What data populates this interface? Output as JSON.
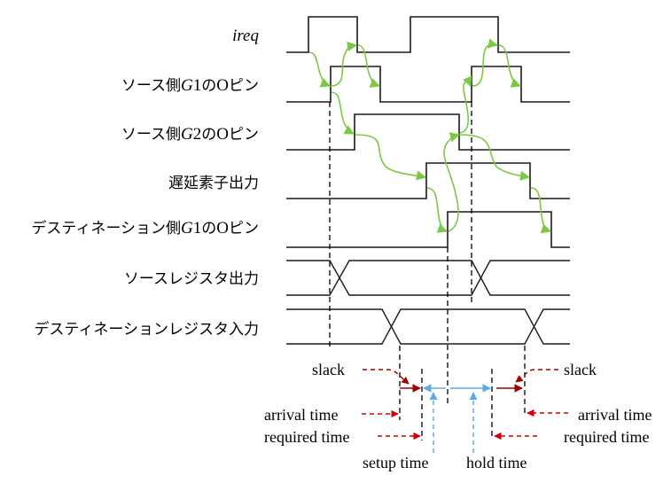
{
  "signals": [
    {
      "id": "ireq",
      "label_parts": [
        {
          "t": "ireq",
          "s": "it"
        }
      ]
    },
    {
      "id": "src_g1",
      "label_parts": [
        {
          "t": "ソース側",
          "s": "jp"
        },
        {
          "t": "G",
          "s": "it"
        },
        {
          "t": "1",
          "s": "rm"
        },
        {
          "t": "の",
          "s": "jp"
        },
        {
          "t": "O",
          "s": "rm"
        },
        {
          "t": "ピン",
          "s": "jp"
        }
      ]
    },
    {
      "id": "src_g2",
      "label_parts": [
        {
          "t": "ソース側",
          "s": "jp"
        },
        {
          "t": "G",
          "s": "it"
        },
        {
          "t": "2",
          "s": "rm"
        },
        {
          "t": "の",
          "s": "jp"
        },
        {
          "t": "O",
          "s": "rm"
        },
        {
          "t": "ピン",
          "s": "jp"
        }
      ]
    },
    {
      "id": "delay",
      "label_parts": [
        {
          "t": "遅延素子出力",
          "s": "jp"
        }
      ]
    },
    {
      "id": "dst_g1",
      "label_parts": [
        {
          "t": "デスティネーション側",
          "s": "jp"
        },
        {
          "t": "G",
          "s": "it"
        },
        {
          "t": "1",
          "s": "rm"
        },
        {
          "t": "の",
          "s": "jp"
        },
        {
          "t": "O",
          "s": "rm"
        },
        {
          "t": "ピン",
          "s": "jp"
        }
      ]
    },
    {
      "id": "src_reg",
      "label_parts": [
        {
          "t": "ソースレジスタ出力",
          "s": "jp"
        }
      ]
    },
    {
      "id": "dst_reg",
      "label_parts": [
        {
          "t": "デスティネーションレジスタ入力",
          "s": "jp"
        }
      ]
    }
  ],
  "annotations": {
    "left": {
      "slack": "slack",
      "arrival": "arrival time",
      "required": "required time"
    },
    "right": {
      "slack": "slack",
      "arrival": "arrival time",
      "required": "required time"
    },
    "setup": "setup time",
    "hold": "hold time"
  },
  "colors": {
    "causality_arrow": "#7ac943",
    "slack_arrow": "#a00000",
    "timing_pointer": "#d40000",
    "setup_hold_arrow": "#5aabe8",
    "waveform": "#1a1a1a"
  }
}
